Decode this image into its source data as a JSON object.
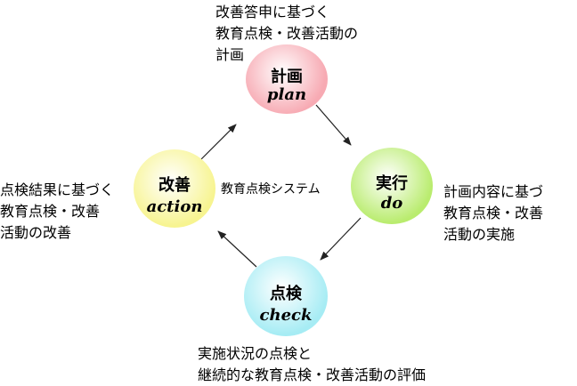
{
  "nodes": {
    "plan": {
      "jp": "計画",
      "en": "plan",
      "color": "#f7aab3"
    },
    "do": {
      "jp": "実行",
      "en": "do",
      "color": "#b9ec6e"
    },
    "check": {
      "jp": "点検",
      "en": "check",
      "color": "#a6ecf4"
    },
    "action": {
      "jp": "改善",
      "en": "action",
      "color": "#f7f490"
    }
  },
  "center_label": "教育点検システム",
  "descriptions": {
    "plan": [
      "改善答申に基づく",
      "教育点検・改善活動の",
      "計画"
    ],
    "do": [
      "計画内容に基づ",
      "教育点検・改善",
      "活動の実施"
    ],
    "check": [
      "実施状況の点検と",
      "継続的な教育点検・改善活動の評価"
    ],
    "action": [
      "点検結果に基づく",
      "教育点検・改善",
      "活動の改善"
    ]
  },
  "arrow_color": "#222222"
}
